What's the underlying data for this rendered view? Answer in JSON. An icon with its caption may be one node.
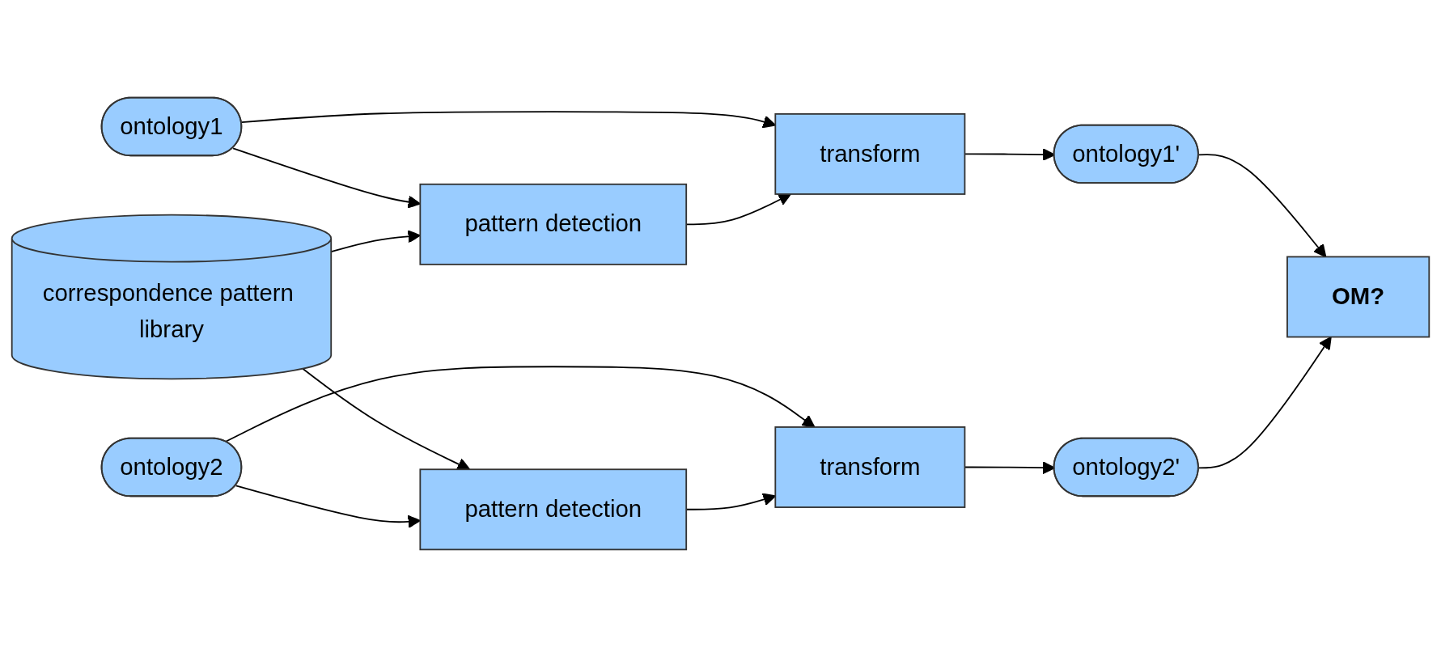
{
  "diagram": {
    "nodes": [
      {
        "text": [
          "ontology1"
        ]
      },
      {
        "text": [
          "pattern detection"
        ]
      },
      {
        "text": [
          "transform"
        ]
      },
      {
        "text": [
          "ontology1'"
        ]
      },
      {
        "text": [
          "correspondence pattern library"
        ]
      },
      {
        "text": [
          "OM?"
        ]
      },
      {
        "text": [
          "ontology2"
        ]
      },
      {
        "text": [
          "pattern detection"
        ]
      },
      {
        "text": [
          "transform"
        ]
      },
      {
        "text": [
          "ontology2'"
        ]
      }
    ],
    "edges": [
      {
        "from": 0,
        "to": 1,
        "arrow": "to"
      },
      {
        "from": 0,
        "to": 2,
        "arrow": "to"
      },
      {
        "from": 1,
        "to": 2,
        "arrow": "to"
      },
      {
        "from": 2,
        "to": 3,
        "arrow": "to"
      },
      {
        "from": 4,
        "to": 1,
        "arrow": "to"
      },
      {
        "from": 4,
        "to": 7,
        "arrow": "to"
      },
      {
        "from": 3,
        "to": 5,
        "arrow": "to"
      },
      {
        "from": 6,
        "to": 7,
        "arrow": "to"
      },
      {
        "from": 6,
        "to": 8,
        "arrow": "to"
      },
      {
        "from": 7,
        "to": 8,
        "arrow": "to"
      },
      {
        "from": 8,
        "to": 9,
        "arrow": "to"
      },
      {
        "from": 9,
        "to": 5,
        "arrow": "to"
      }
    ]
  }
}
